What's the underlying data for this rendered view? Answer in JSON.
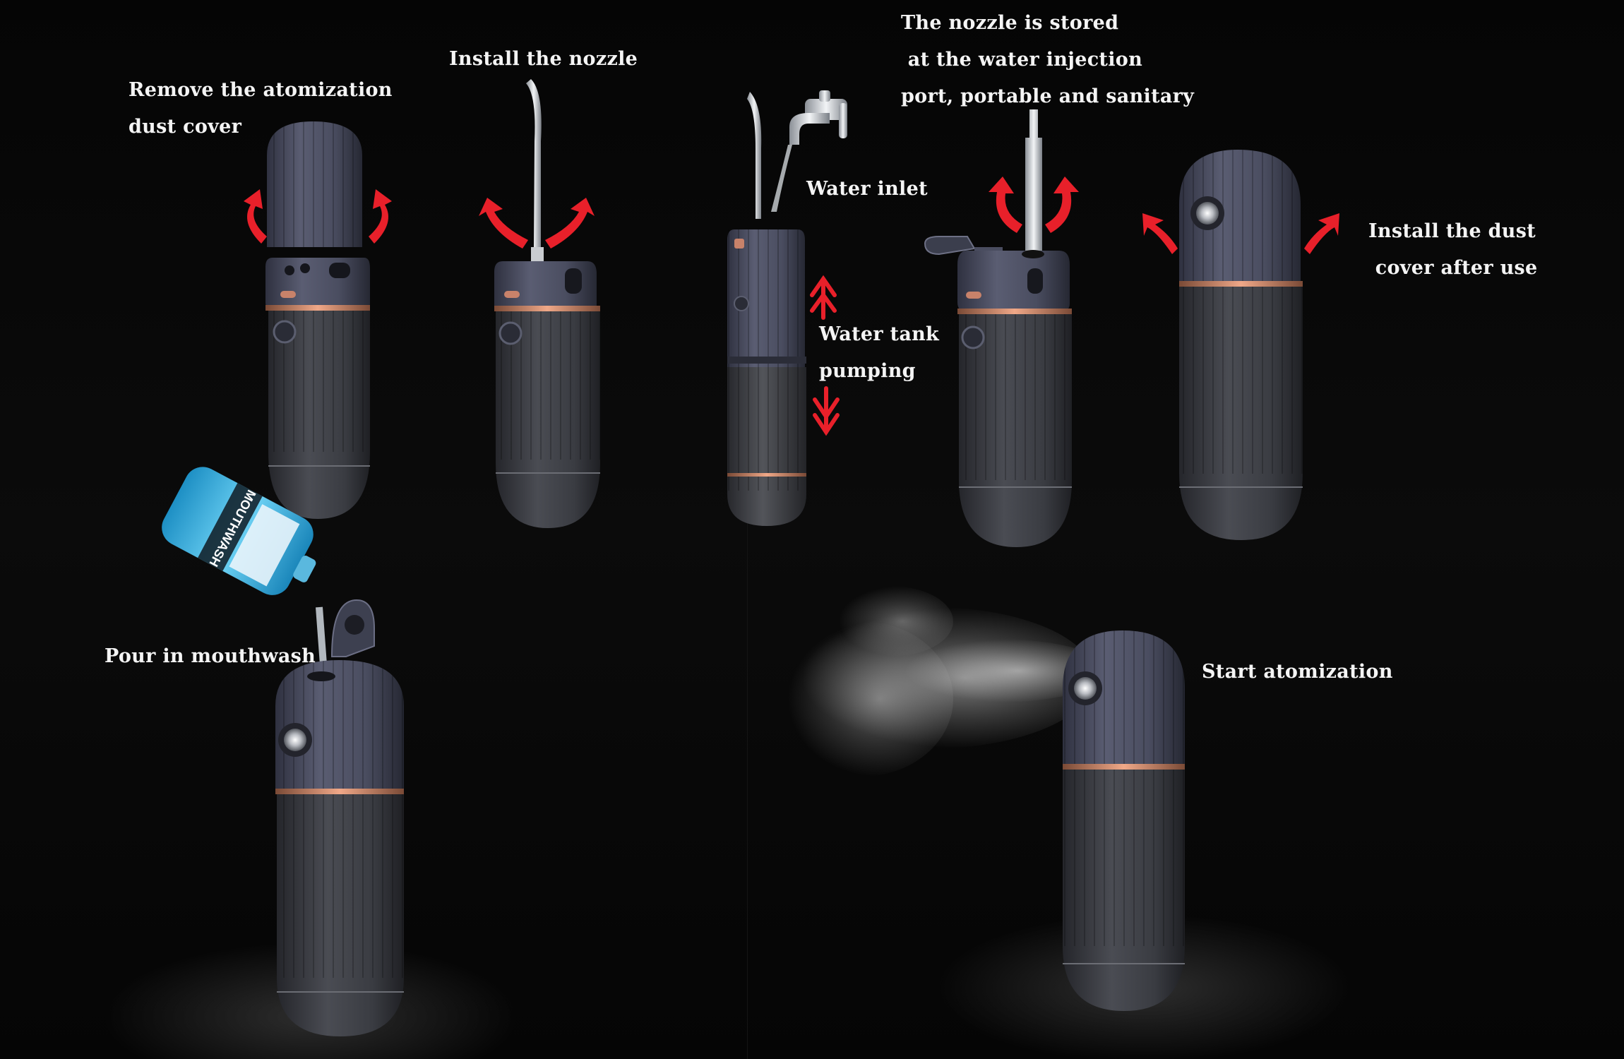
{
  "labels": {
    "remove_cover": [
      "Remove the atomization",
      "dust cover"
    ],
    "install_nozzle": [
      "Install the nozzle"
    ],
    "nozzle_stored": [
      "The nozzle is stored",
      " at the water injection",
      "port, portable and sanitary"
    ],
    "water_inlet": [
      "Water inlet"
    ],
    "water_tank_pumping": [
      "Water tank",
      "pumping"
    ],
    "install_dust_cover": [
      "Install the dust",
      " cover after use"
    ],
    "pour_mouthwash": [
      "Pour in mouthwash"
    ],
    "start_atomization": [
      "Start atomization"
    ]
  },
  "bottle_label": "MOUTHWASH",
  "colors": {
    "background": "#000000",
    "text": "#f4f4f4",
    "arrow_red": "#e8202a",
    "device_cap": "#4a4d60",
    "device_tank": "#3a3c42",
    "copper_ring": "#c8826a",
    "bottle_blue": "#39b6e8"
  },
  "icons": [
    "curved-arrow-icon",
    "double-up-arrow-icon",
    "double-down-arrow-icon",
    "faucet-icon",
    "mouthwash-bottle-icon",
    "mist-spray-icon"
  ]
}
